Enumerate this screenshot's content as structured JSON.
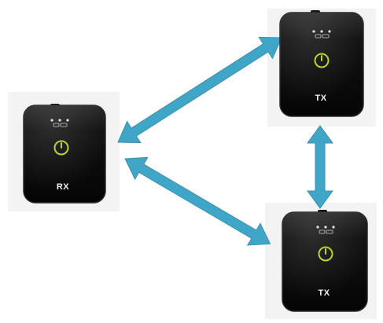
{
  "devices": [
    {
      "label": "RX",
      "role": "receiver"
    },
    {
      "label": "TX",
      "role": "transmitter"
    },
    {
      "label": "TX",
      "role": "transmitter"
    }
  ],
  "colors": {
    "arrow": "#3fa6c8",
    "device_body": "#0d0d0d",
    "card_background": "#f3f3f3",
    "power_ring": "#b8d436",
    "status_dot": "#e6e6e6",
    "label_text": "#f2f2f2"
  },
  "icons": [
    "power-icon",
    "status-dots-icon",
    "battery-icon"
  ]
}
